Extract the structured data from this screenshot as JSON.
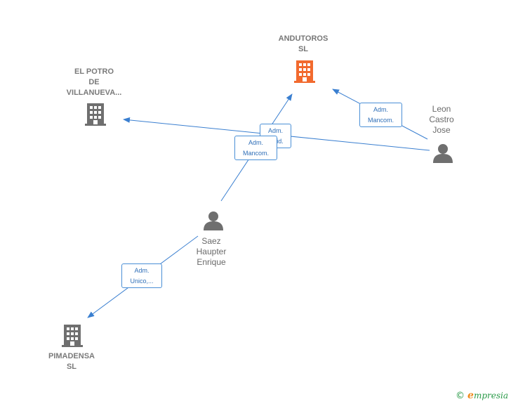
{
  "nodes": {
    "andutoros": {
      "lines": [
        "ANDUTOROS",
        "SL"
      ],
      "color": "#f26a2e",
      "icon": "building-icon"
    },
    "el_potro": {
      "lines": [
        "EL POTRO",
        "DE",
        "VILLANUEVA..."
      ],
      "color": "#6f6f6f",
      "icon": "building-icon"
    },
    "pimadensa": {
      "lines": [
        "PIMADENSA",
        "SL"
      ],
      "color": "#6f6f6f",
      "icon": "building-icon"
    },
    "leon": {
      "lines": [
        "Leon",
        "Castro",
        "Jose"
      ],
      "color": "#6f6f6f",
      "icon": "person-icon"
    },
    "saez": {
      "lines": [
        "Saez",
        "Haupter",
        "Enrique"
      ],
      "color": "#6f6f6f",
      "icon": "person-icon"
    }
  },
  "edges": {
    "leon_andutoros": {
      "lines": [
        "Adm.",
        "Mancom."
      ]
    },
    "leon_potro": {
      "lines": [
        "Adm.",
        "Mancom."
      ]
    },
    "saez_andutoros": {
      "lines": [
        "Adm.",
        "Solid."
      ]
    },
    "saez_pimadensa": {
      "lines": [
        "Adm.",
        "Unico,..."
      ]
    }
  },
  "colors": {
    "edge": "#3a7fd0"
  },
  "footer": {
    "copyright": "©",
    "brand_initial": "e",
    "brand_rest": "mpresia"
  }
}
